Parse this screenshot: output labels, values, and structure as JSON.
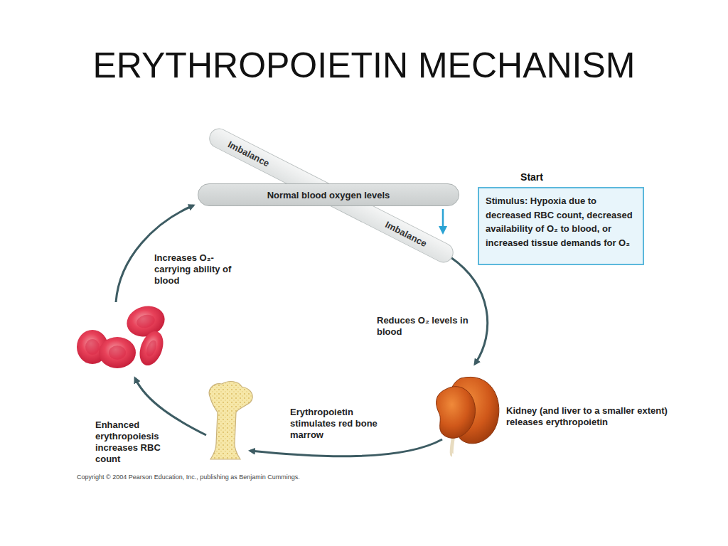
{
  "diagram": {
    "title": "ERYTHROPOIETIN MECHANISM",
    "nodes": [
      {
        "text": [
          "Imbalance",
          "Imbalance"
        ]
      },
      {
        "text": [
          "Normal blood oxygen levels"
        ]
      },
      {
        "text": [
          "Start",
          "Stimulus: Hypoxia due to decreased RBC count, decreased availability of O₂ to blood, or increased tissue demands for O₂"
        ]
      }
    ],
    "labels": [
      "Increases O₂-carrying ability of blood",
      "Reduces O₂ levels in blood",
      "Kidney (and liver to a smaller extent) releases erythropoietin",
      "Erythropoietin stimulates red bone marrow",
      "Enhanced erythropoiesis increases RBC count",
      "Copyright © 2004 Pearson Education, Inc., publishing as Benjamin Cummings."
    ]
  }
}
